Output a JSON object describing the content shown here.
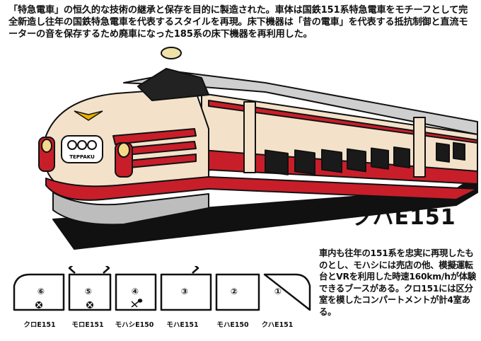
{
  "intro_text": "「特急電車」の恒久的な技術の継承と保存を目的に製造された。車体は国鉄151系特急電車をモチーフとして完全新造し往年の国鉄特急電車を代表するスタイルを再現。床下機器は「昔の電車」を代表する抵抗制御と直流モーターの音を保存するため廃車になった185系の床下機器を再利用した。",
  "train": {
    "name": "クハE151",
    "emblem_text": "TEPPAKU",
    "colors": {
      "cream": "#f3e2c9",
      "red": "#c81e2a",
      "grey": "#bdbdbd",
      "black": "#111111"
    }
  },
  "description": "車内も往年の151系を忠実に再現したものとし、モハシには売店の他、模擬運転台とVRを利用した時速160km/hが体験できるブースがある。クロ151には区分室を模したコンパートメントが計4室ある。",
  "consist": [
    {
      "number": "⑥",
      "label": "クロE151",
      "icon": "circle-x-icon"
    },
    {
      "number": "⑤",
      "label": "モロE151",
      "icon": "circle-x-icon"
    },
    {
      "number": "④",
      "label": "モハシE150",
      "icon": "fork-spoon-icon"
    },
    {
      "number": "③",
      "label": "モハE151",
      "icon": ""
    },
    {
      "number": "②",
      "label": "モハE150",
      "icon": ""
    },
    {
      "number": "①",
      "label": "クハE151",
      "icon": ""
    }
  ]
}
